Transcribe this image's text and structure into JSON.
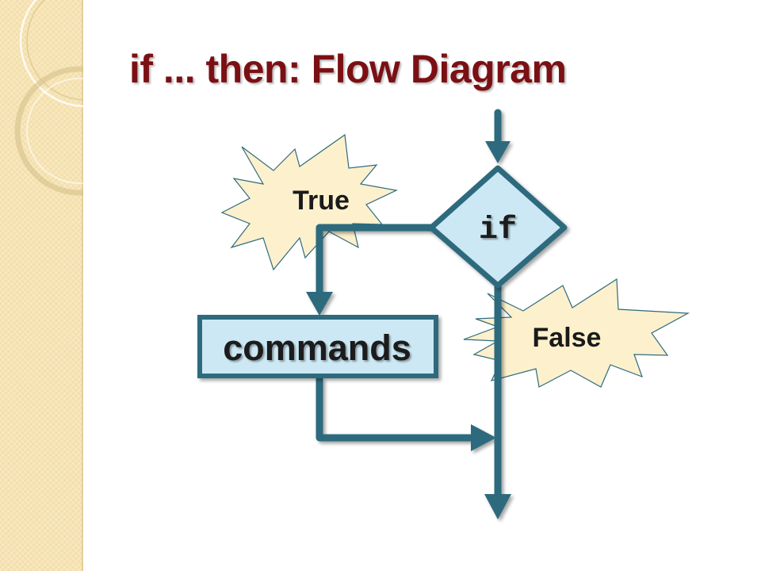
{
  "slide": {
    "title": "if ... then:  Flow Diagram"
  },
  "diagram": {
    "decision_label": "if",
    "process_label": "commands",
    "true_label": "True",
    "false_label": "False"
  },
  "colors": {
    "title": "#7b1014",
    "arrow": "#2e6b7d",
    "node_fill": "#cce8f4",
    "burst_fill": "#fdf0cc",
    "burst_stroke": "#2e6b7d",
    "side_panel": "#f7e4b4"
  }
}
